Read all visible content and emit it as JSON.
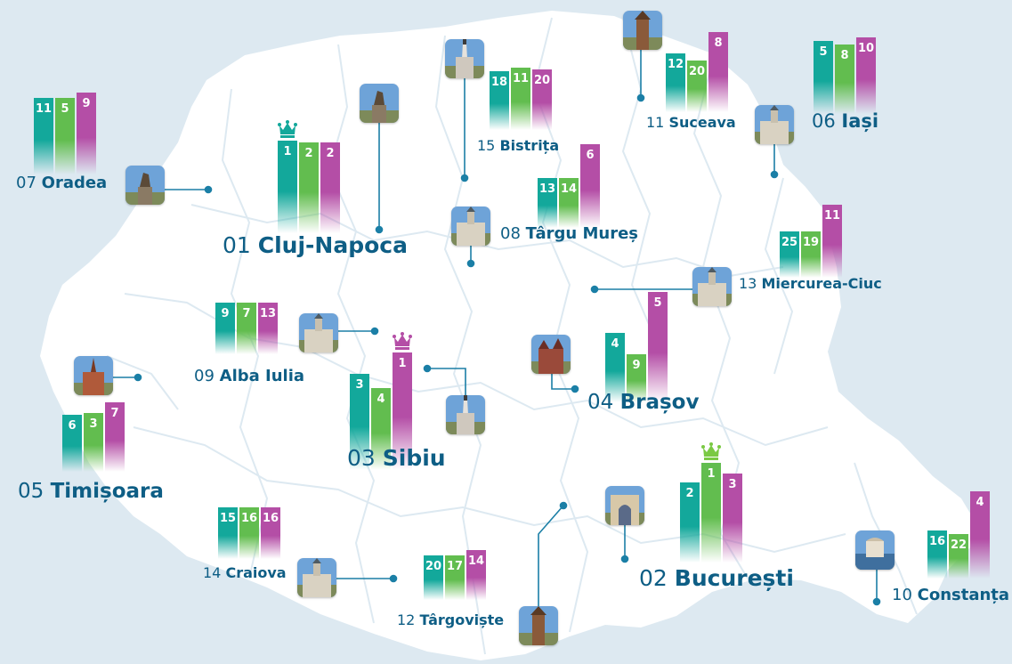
{
  "colors": {
    "background": "#dde9f1",
    "land": "#ffffff",
    "teal": "#13a89b",
    "green": "#62bd4f",
    "purple": "#b44ea6",
    "crown_green": "#7ac943",
    "crown_purple": "#b44ea6",
    "crown_teal": "#13a89b",
    "label": "#0e5e85",
    "connector": "#1b7fa6"
  },
  "cities": [
    {
      "id": "cluj-napoca",
      "rank": "01",
      "name": "Cluj-Napoca",
      "values": [
        "1",
        "2",
        "2"
      ],
      "crown": "teal",
      "big": true
    },
    {
      "id": "bucuresti",
      "rank": "02",
      "name": "București",
      "values": [
        "2",
        "1",
        "3"
      ],
      "crown": "green",
      "big": true
    },
    {
      "id": "sibiu",
      "rank": "03",
      "name": "Sibiu",
      "values": [
        "3",
        "4",
        "1"
      ],
      "crown": "purple",
      "big": true
    },
    {
      "id": "brasov",
      "rank": "04",
      "name": "Brașov",
      "values": [
        "4",
        "9",
        "5"
      ],
      "big": true
    },
    {
      "id": "timisoara",
      "rank": "05",
      "name": "Timișoara",
      "values": [
        "6",
        "3",
        "7"
      ],
      "big": true
    },
    {
      "id": "iasi",
      "rank": "06",
      "name": "Iași",
      "values": [
        "5",
        "8",
        "10"
      ],
      "big": true
    },
    {
      "id": "oradea",
      "rank": "07",
      "name": "Oradea",
      "values": [
        "11",
        "5",
        "9"
      ]
    },
    {
      "id": "targu-mures",
      "rank": "08",
      "name": "Târgu Mureș",
      "values": [
        "13",
        "14",
        "6"
      ]
    },
    {
      "id": "alba-iulia",
      "rank": "09",
      "name": "Alba Iulia",
      "values": [
        "9",
        "7",
        "13"
      ]
    },
    {
      "id": "constanta",
      "rank": "10",
      "name": "Constanța",
      "values": [
        "16",
        "22",
        "4"
      ]
    },
    {
      "id": "suceava",
      "rank": "11",
      "name": "Suceava",
      "values": [
        "12",
        "20",
        "8"
      ]
    },
    {
      "id": "targoviste",
      "rank": "12",
      "name": "Târgoviște",
      "values": [
        "20",
        "17",
        "14"
      ]
    },
    {
      "id": "miercurea-ciuc",
      "rank": "13",
      "name": "Miercurea-Ciuc",
      "values": [
        "25",
        "19",
        "11"
      ]
    },
    {
      "id": "craiova",
      "rank": "14",
      "name": "Craiova",
      "values": [
        "15",
        "16",
        "16"
      ]
    },
    {
      "id": "bistrita",
      "rank": "15",
      "name": "Bistrița",
      "values": [
        "18",
        "11",
        "20"
      ]
    }
  ]
}
